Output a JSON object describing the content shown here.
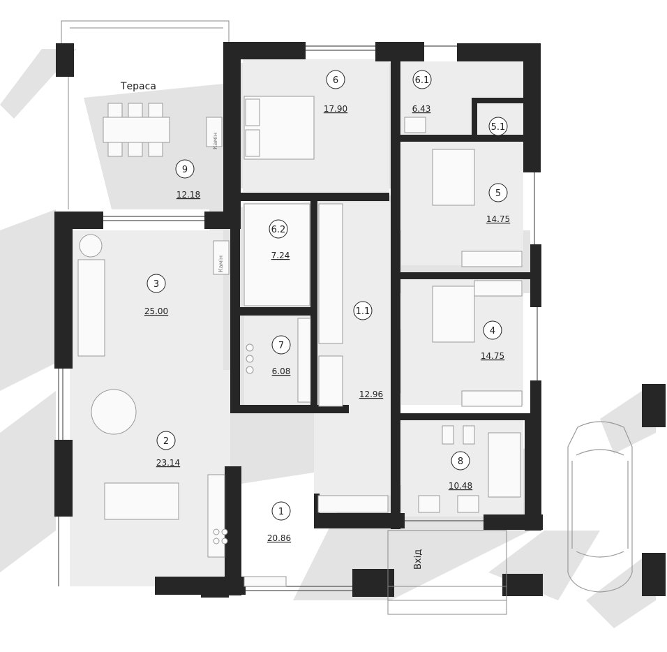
{
  "plan": {
    "terrace_label": "Тераса",
    "entry_label": "Вхід",
    "fireplace_label": "Камін",
    "rooms": [
      {
        "id": "9",
        "area": "12.18"
      },
      {
        "id": "6",
        "area": "17.90"
      },
      {
        "id": "6.1",
        "area": "6.43"
      },
      {
        "id": "5.1",
        "area": ""
      },
      {
        "id": "5",
        "area": "14.75"
      },
      {
        "id": "6.2",
        "area": "7.24"
      },
      {
        "id": "3",
        "area": "25.00"
      },
      {
        "id": "1.1",
        "area": ""
      },
      {
        "id": "7",
        "area": "6.08"
      },
      {
        "id": "4",
        "area": "14.75"
      },
      {
        "id": "12.96",
        "area": ""
      },
      {
        "id": "2",
        "area": "23.14"
      },
      {
        "id": "8",
        "area": "10.48"
      },
      {
        "id": "1",
        "area": "20.86"
      }
    ]
  },
  "colors": {
    "wall": "#262626",
    "shadow": "#e2e2e2",
    "line": "#6a6a6a"
  }
}
